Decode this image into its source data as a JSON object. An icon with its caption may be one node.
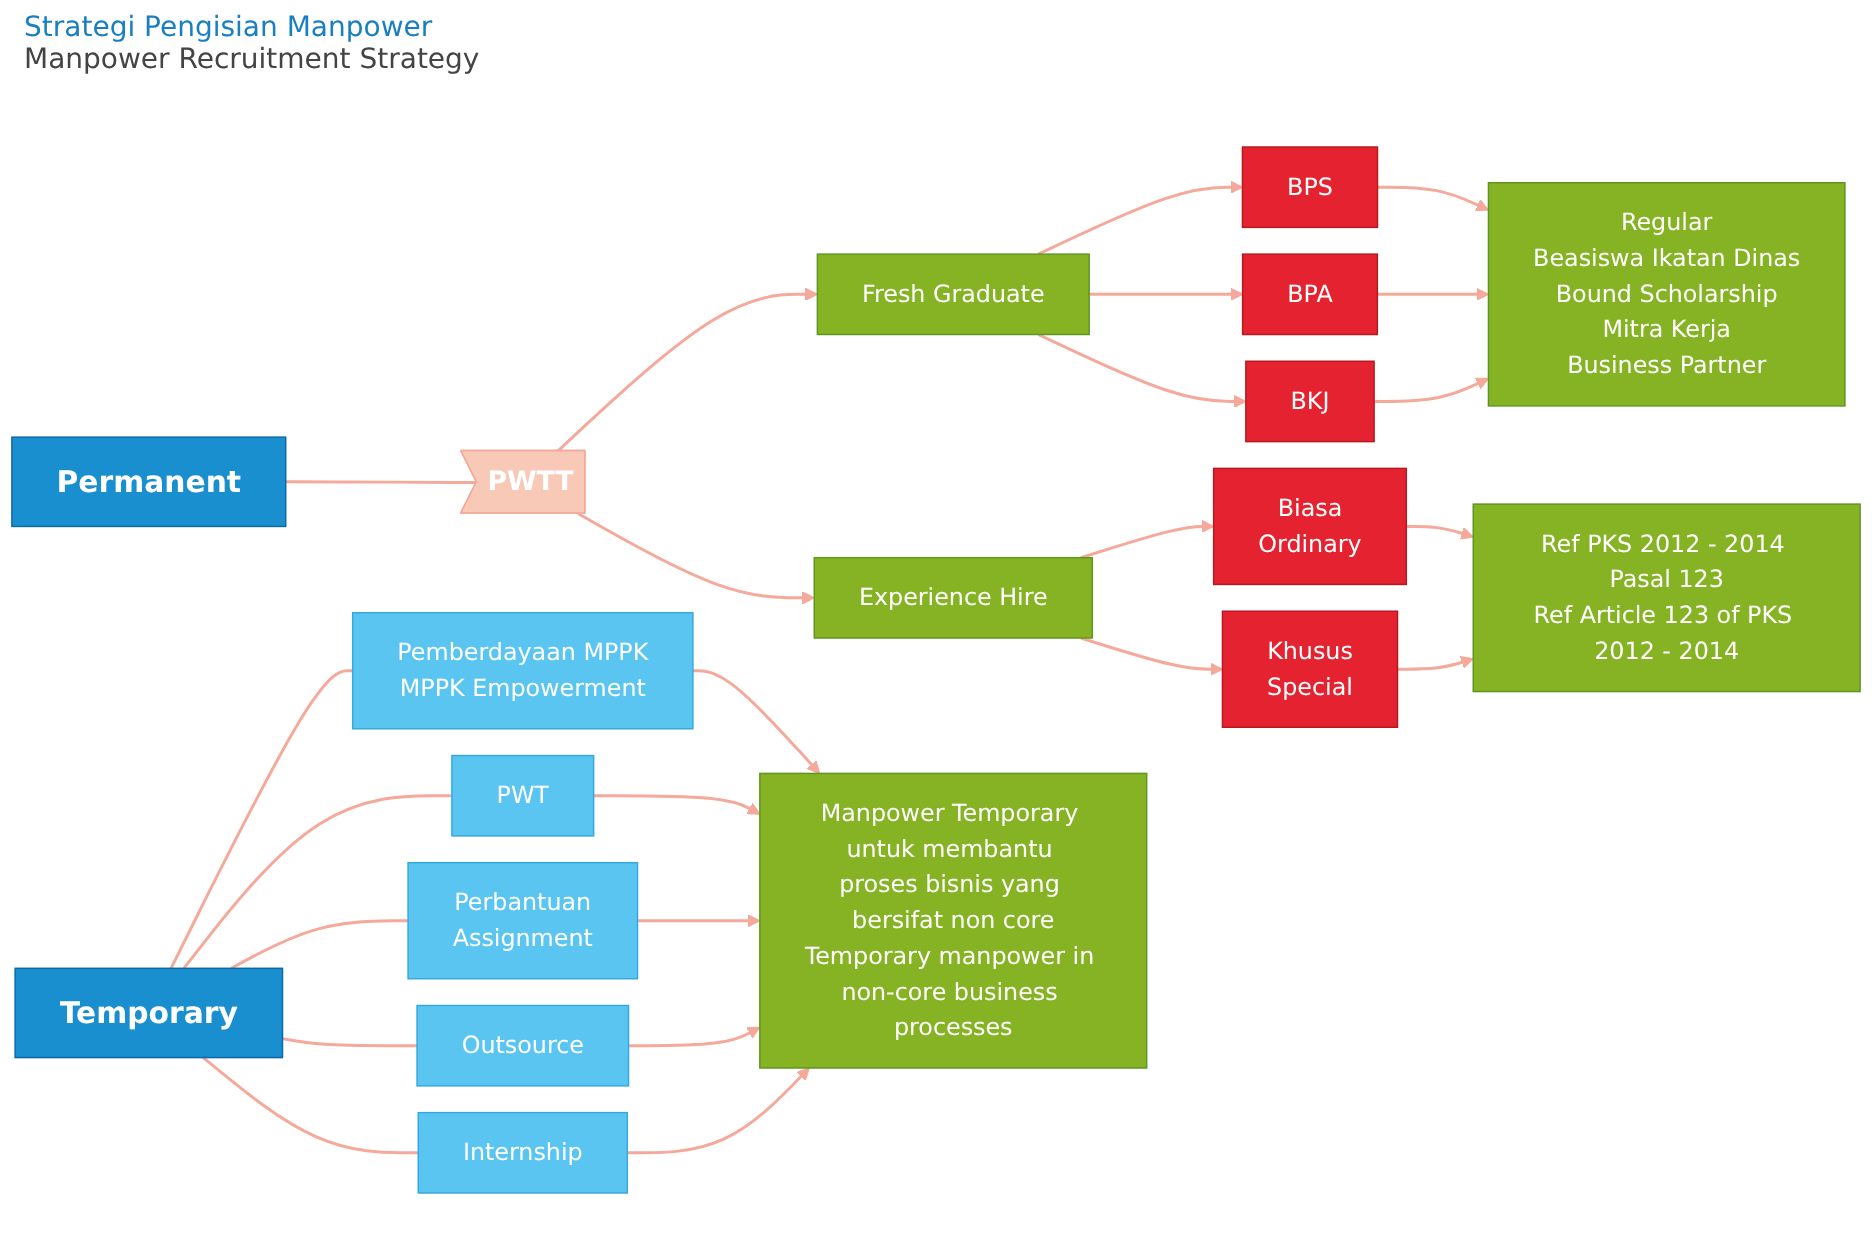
{
  "diagram": {
    "title": "Strategi Pengisian Manpower",
    "nodes": [
      {
        "text": [
          "Permanent"
        ]
      },
      {
        "text": [
          "PWTT"
        ]
      },
      {
        "text": [
          "Fresh Graduate"
        ]
      },
      {
        "text": [
          "BPS"
        ]
      },
      {
        "text": [
          "BPA"
        ]
      },
      {
        "text": [
          "BKJ"
        ]
      },
      {
        "text": [
          "Regular",
          "Beasiswa Ikatan Dinas",
          "Bound Scholarship",
          "Mitra Kerja",
          "Business Partner"
        ]
      },
      {
        "text": [
          "Experience Hire"
        ]
      },
      {
        "text": [
          "Biasa",
          "Ordinary"
        ]
      },
      {
        "text": [
          "Khusus",
          "Special"
        ]
      },
      {
        "text": [
          "Ref PKS 2012 - 2014 Pasal 123",
          "Ref Article 123 of PKS 2012 - 2014"
        ]
      },
      {
        "text": [
          "Temporary"
        ]
      },
      {
        "text": [
          "Pemberdayaan MPPK",
          "MPPK Empowerment"
        ]
      },
      {
        "text": [
          "PWT"
        ]
      },
      {
        "text": [
          "Perbantuan",
          "Assignment"
        ]
      },
      {
        "text": [
          "Outsource"
        ]
      },
      {
        "text": [
          "Internship"
        ]
      },
      {
        "text": [
          "Manpower Temporary untuk membantu proses bisnis yang bersifat non core",
          "Temporary manpower in non-core business processes"
        ]
      }
    ],
    "edges": [
      {
        "from": 0,
        "to": 1,
        "arrow": "none"
      },
      {
        "from": 1,
        "to": 2,
        "arrow": "to"
      },
      {
        "from": 1,
        "to": 7,
        "arrow": "to"
      },
      {
        "from": 2,
        "to": 3,
        "arrow": "to"
      },
      {
        "from": 2,
        "to": 4,
        "arrow": "to"
      },
      {
        "from": 2,
        "to": 5,
        "arrow": "to"
      },
      {
        "from": 3,
        "to": 6,
        "arrow": "to"
      },
      {
        "from": 4,
        "to": 6,
        "arrow": "to"
      },
      {
        "from": 5,
        "to": 6,
        "arrow": "to"
      },
      {
        "from": 7,
        "to": 8,
        "arrow": "to"
      },
      {
        "from": 7,
        "to": 9,
        "arrow": "to"
      },
      {
        "from": 8,
        "to": 10,
        "arrow": "to"
      },
      {
        "from": 9,
        "to": 10,
        "arrow": "to"
      },
      {
        "from": 11,
        "to": 12,
        "arrow": "none"
      },
      {
        "from": 11,
        "to": 13,
        "arrow": "none"
      },
      {
        "from": 11,
        "to": 14,
        "arrow": "none"
      },
      {
        "from": 11,
        "to": 15,
        "arrow": "none"
      },
      {
        "from": 11,
        "to": 16,
        "arrow": "none"
      },
      {
        "from": 12,
        "to": 17,
        "arrow": "to"
      },
      {
        "from": 13,
        "to": 17,
        "arrow": "to"
      },
      {
        "from": 14,
        "to": 17,
        "arrow": "to"
      },
      {
        "from": 15,
        "to": 17,
        "arrow": "to"
      },
      {
        "from": 16,
        "to": 17,
        "arrow": "to"
      }
    ],
    "labels": [
      "Manpower Recruitment Strategy"
    ]
  }
}
